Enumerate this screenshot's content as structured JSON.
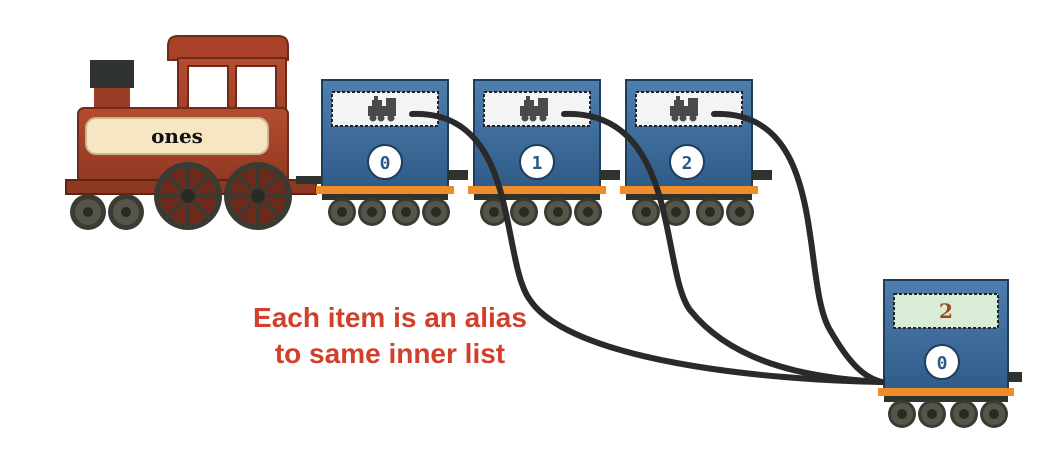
{
  "variable_name": "ones",
  "outer_list": {
    "indices": [
      "0",
      "1",
      "2"
    ]
  },
  "inner_list": {
    "value": "2",
    "index": "0"
  },
  "caption": {
    "line1": "Each item is an alias",
    "line2": "to same inner list"
  },
  "colors": {
    "caption": "#d0402b",
    "locomotive": "#a8432a",
    "car": "#3f6e9f",
    "index_text": "#2b5a8a",
    "value_text": "#9a4a1f",
    "value_box": "#d8ecd6",
    "name_box": "#f6e6c2",
    "rail": "#f08b2a",
    "wheel": "#3b3b33",
    "cable": "#2a2a2a"
  },
  "icons": {
    "car_window": "train-icon"
  }
}
